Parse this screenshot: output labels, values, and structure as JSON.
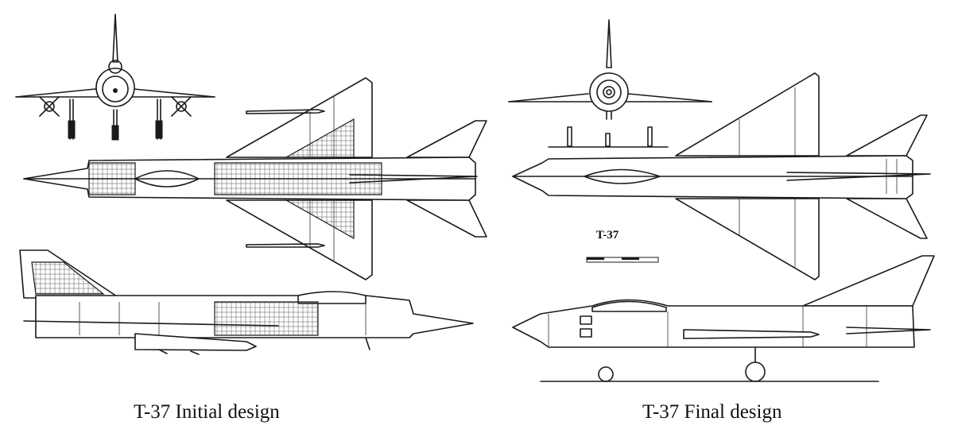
{
  "figure": {
    "captions": {
      "left": "T-37 Initial design",
      "right": "T-37 Final design"
    },
    "inset_label": "T-37"
  }
}
